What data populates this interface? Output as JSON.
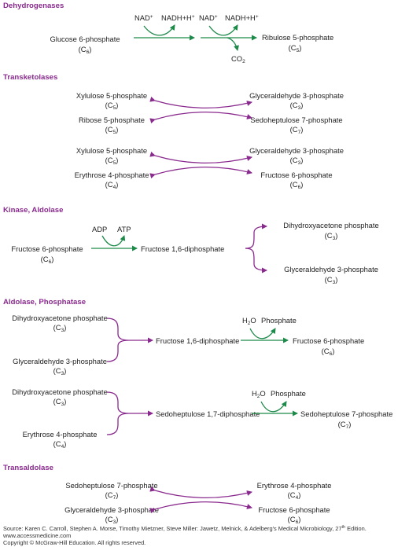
{
  "colors": {
    "heading": "#8a2a8e",
    "enzyme_arrow": "#1d8a4a",
    "exchange_arrow": "#8a2a8e",
    "text": "#222222"
  },
  "sections": {
    "dehydrogenases": {
      "title": "Dehydrogenases",
      "glucose6p": {
        "name": "Glucose 6-phosphate",
        "sub": "6"
      },
      "ribulose5p": {
        "name": "Ribulose 5-phosphate",
        "sub": "5"
      },
      "cof1_in": "NAD",
      "cof1_in_sup": "+",
      "cof1_out": "NADH+H",
      "cof1_out_sup": "+",
      "cof2_in": "NAD",
      "cof2_in_sup": "+",
      "cof2_out": "NADH+H",
      "cof2_out_sup": "+",
      "co2": "CO",
      "co2_sub": "2"
    },
    "transketolases": {
      "title": "Transketolases",
      "pair1": {
        "tl": {
          "name": "Xylulose 5-phosphate",
          "sub": "5"
        },
        "bl": {
          "name": "Ribose 5-phosphate",
          "sub": "5"
        },
        "tr": {
          "name": "Glyceraldehyde 3-phosphate",
          "sub": "3"
        },
        "br": {
          "name": "Sedoheptulose 7-phosphate",
          "sub": "7"
        }
      },
      "pair2": {
        "tl": {
          "name": "Xylulose 5-phosphate",
          "sub": "5"
        },
        "bl": {
          "name": "Erythrose 4-phosphate",
          "sub": "4"
        },
        "tr": {
          "name": "Glyceraldehyde 3-phosphate",
          "sub": "3"
        },
        "br": {
          "name": "Fructose 6-phosphate",
          "sub": "6"
        }
      }
    },
    "kinase_aldolase": {
      "title": "Kinase, Aldolase",
      "fructose6p": {
        "name": "Fructose 6-phosphate",
        "sub": "6"
      },
      "adp": "ADP",
      "atp": "ATP",
      "fructose16dp": "Fructose 1,6-diphosphate",
      "dhap": {
        "name": "Dihydroxyacetone phosphate",
        "sub": "3"
      },
      "g3p": {
        "name": "Glyceraldehyde 3-phosphate",
        "sub": "3"
      }
    },
    "aldolase_phosphatase": {
      "title": "Aldolase, Phosphatase",
      "r1": {
        "in_top": {
          "name": "Dihydroxyacetone phosphate",
          "sub": "3"
        },
        "in_bottom": {
          "name": "Glyceraldehyde 3-phosphate",
          "sub": "3"
        },
        "intermediate": "Fructose 1,6-diphosphate",
        "water": "H",
        "water_sub": "2",
        "water_o": "O",
        "phosphate": "Phosphate",
        "product": {
          "name": "Fructose 6-phosphate",
          "sub": "6"
        }
      },
      "r2": {
        "in_top": {
          "name": "Dihydroxyacetone phosphate",
          "sub": "3"
        },
        "in_bottom": {
          "name": "Erythrose 4-phosphate",
          "sub": "4"
        },
        "intermediate": "Sedoheptulose 1,7-diphosphate",
        "water": "H",
        "water_sub": "2",
        "water_o": "O",
        "phosphate": "Phosphate",
        "product": {
          "name": "Sedoheptulose 7-phosphate",
          "sub": "7"
        }
      }
    },
    "transaldolase": {
      "title": "Transaldolase",
      "tl": {
        "name": "Sedoheptulose 7-phosphate",
        "sub": "7"
      },
      "bl": {
        "name": "Glyceraldehyde 3-phosphate",
        "sub": "3"
      },
      "tr": {
        "name": "Erythrose 4-phosphate",
        "sub": "4"
      },
      "br": {
        "name": "Fructose 6-phosphate",
        "sub": "6"
      }
    }
  },
  "carbon_prefix": "C",
  "footer": {
    "source_pre": "Source: Karen C. Carroll, Stephen A. Morse, Timothy Mietzner, Steve Miller: Jawetz, Melnick, & Adelberg's Medical Microbiology, 27",
    "source_sup": "th",
    "source_post": " Edition.",
    "url": "www.accessmedicine.com",
    "copyright": "Copyright © McGraw-Hill Education.  All rights reserved."
  }
}
